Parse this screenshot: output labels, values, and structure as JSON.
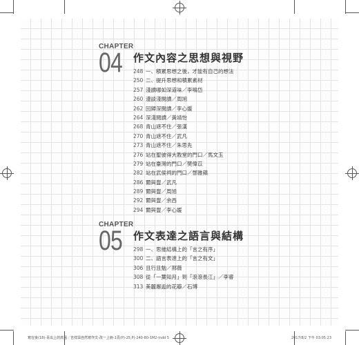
{
  "chapters": [
    {
      "label": "CHAPTER",
      "number": "04",
      "title": "作文內容之思想與視野",
      "entries": [
        {
          "page": "248",
          "title": "一、積累思想之後，才能有自己的想法"
        },
        {
          "page": "250",
          "title": "二、提升思想和積累素材"
        },
        {
          "page": "257",
          "title": "淺讀哪如深道味／李鳴岱"
        },
        {
          "page": "260",
          "title": "漫談淺閱讀／周旭"
        },
        {
          "page": "262",
          "title": "回歸深閱讀／李心媛"
        },
        {
          "page": "264",
          "title": "深淺閱讀／黃靖怡"
        },
        {
          "page": "268",
          "title": "青山遮不住／張漢"
        },
        {
          "page": "270",
          "title": "青山遮不住／武凡"
        },
        {
          "page": "273",
          "title": "青山遮不住／朱思先"
        },
        {
          "page": "276",
          "title": "站在聖彼得大教堂的門口／馬文玉"
        },
        {
          "page": "279",
          "title": "站在臺灣的門口／樊偉苡"
        },
        {
          "page": "282",
          "title": "站在武侯祠的門口／鄧雅蘋"
        },
        {
          "page": "286",
          "title": "爾與豐／武凡"
        },
        {
          "page": "289",
          "title": "爾與豐／周旭"
        },
        {
          "page": "292",
          "title": "爾與豐／余西"
        },
        {
          "page": "294",
          "title": "爾與豐／李心媛"
        }
      ]
    },
    {
      "label": "CHAPTER",
      "number": "05",
      "title": "作文表達之語言與結構",
      "entries": [
        {
          "page": "298",
          "title": "一、思維結構上的「言之有序」"
        },
        {
          "page": "300",
          "title": "二、語言表達上的「言之有文」"
        },
        {
          "page": "306",
          "title": "且行且勉／邢薇"
        },
        {
          "page": "308",
          "title": "從「一葉知月」到「滾滾長江」／李睿"
        },
        {
          "page": "313",
          "title": "美麗邂逅的花瓣／石博"
        }
      ]
    }
  ],
  "footer": {
    "left": "寫在後(18)-青出上的高遠／吉祥與自然寫作文-改一上冊-1頁(P)-25,P)-240-80-1M2-indd   5",
    "right": "2017/8/2   下午 03:05:23"
  }
}
